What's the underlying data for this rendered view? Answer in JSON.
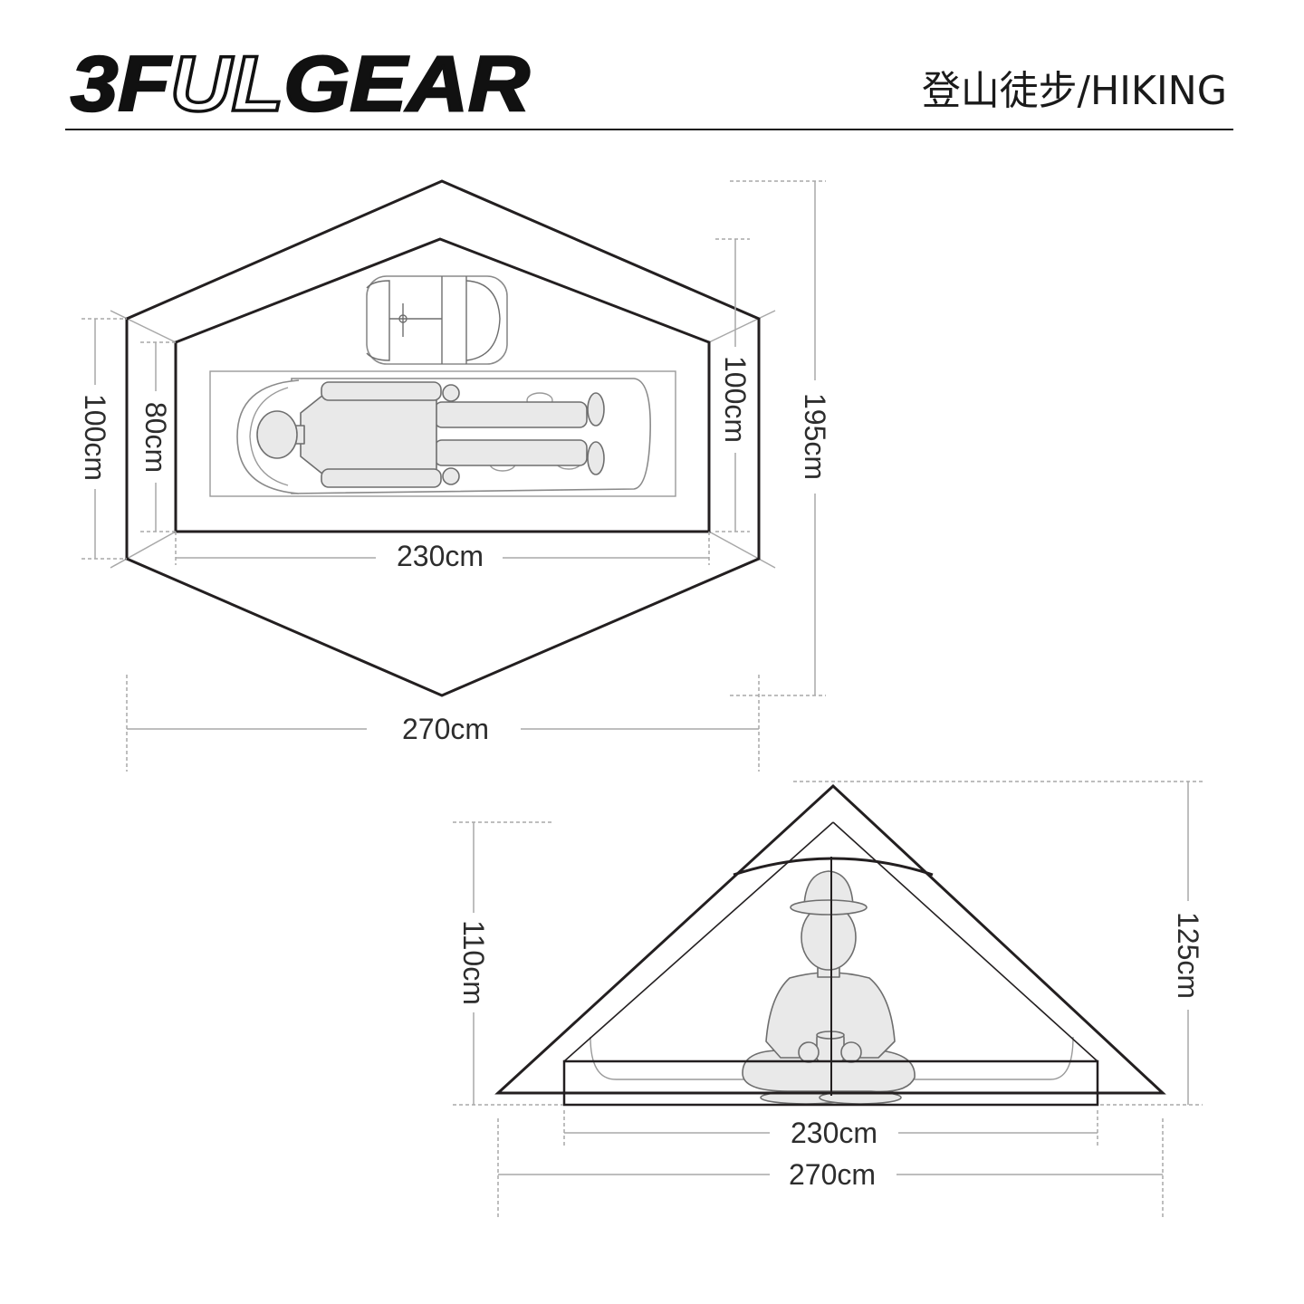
{
  "brand": {
    "logo_part1": "3F",
    "logo_part2": "UL",
    "logo_part3": "GEAR"
  },
  "header": {
    "category": "登山徒步/HIKING"
  },
  "top_view": {
    "left_outer_height": "100cm",
    "left_inner_height": "80cm",
    "right_inner_height": "100cm",
    "total_depth": "195cm",
    "inner_length": "230cm",
    "outer_length": "270cm"
  },
  "front_view": {
    "inner_height": "110cm",
    "outer_height": "125cm",
    "inner_width": "230cm",
    "outer_width": "270cm"
  },
  "colors": {
    "outline": "#231f20",
    "dimension": "#a8a8a8",
    "dimension_text": "#2d2d2d",
    "figure_fill": "#e9e9e9",
    "figure_stroke": "#6e6e6e"
  }
}
